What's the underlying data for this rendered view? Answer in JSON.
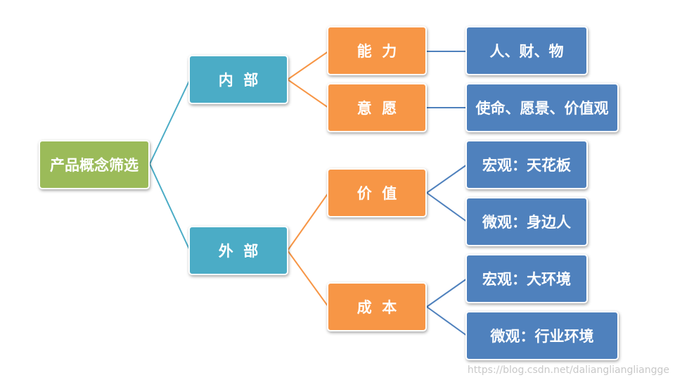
{
  "colors": {
    "root": "#9bbb59",
    "level1": "#4bacc6",
    "level2": "#f79646",
    "level3": "#4f81bd",
    "line_root": "#4bacc6",
    "line_level1": "#f79646",
    "line_level2": "#4f81bd"
  },
  "tree": {
    "root": "产品概念筛选",
    "internal": {
      "label": "内  部",
      "ability": {
        "label": "能  力",
        "leaf": "人、财、物"
      },
      "will": {
        "label": "意  愿",
        "leaf": "使命、愿景、价值观"
      }
    },
    "external": {
      "label": "外  部",
      "value": {
        "label": "价  值",
        "macro": "宏观：天花板",
        "micro": "微观：身边人"
      },
      "cost": {
        "label": "成  本",
        "macro": "宏观：大环境",
        "micro": "微观：行业环境"
      }
    }
  },
  "watermark": "https://blog.csdn.net/daliangliangliangge"
}
